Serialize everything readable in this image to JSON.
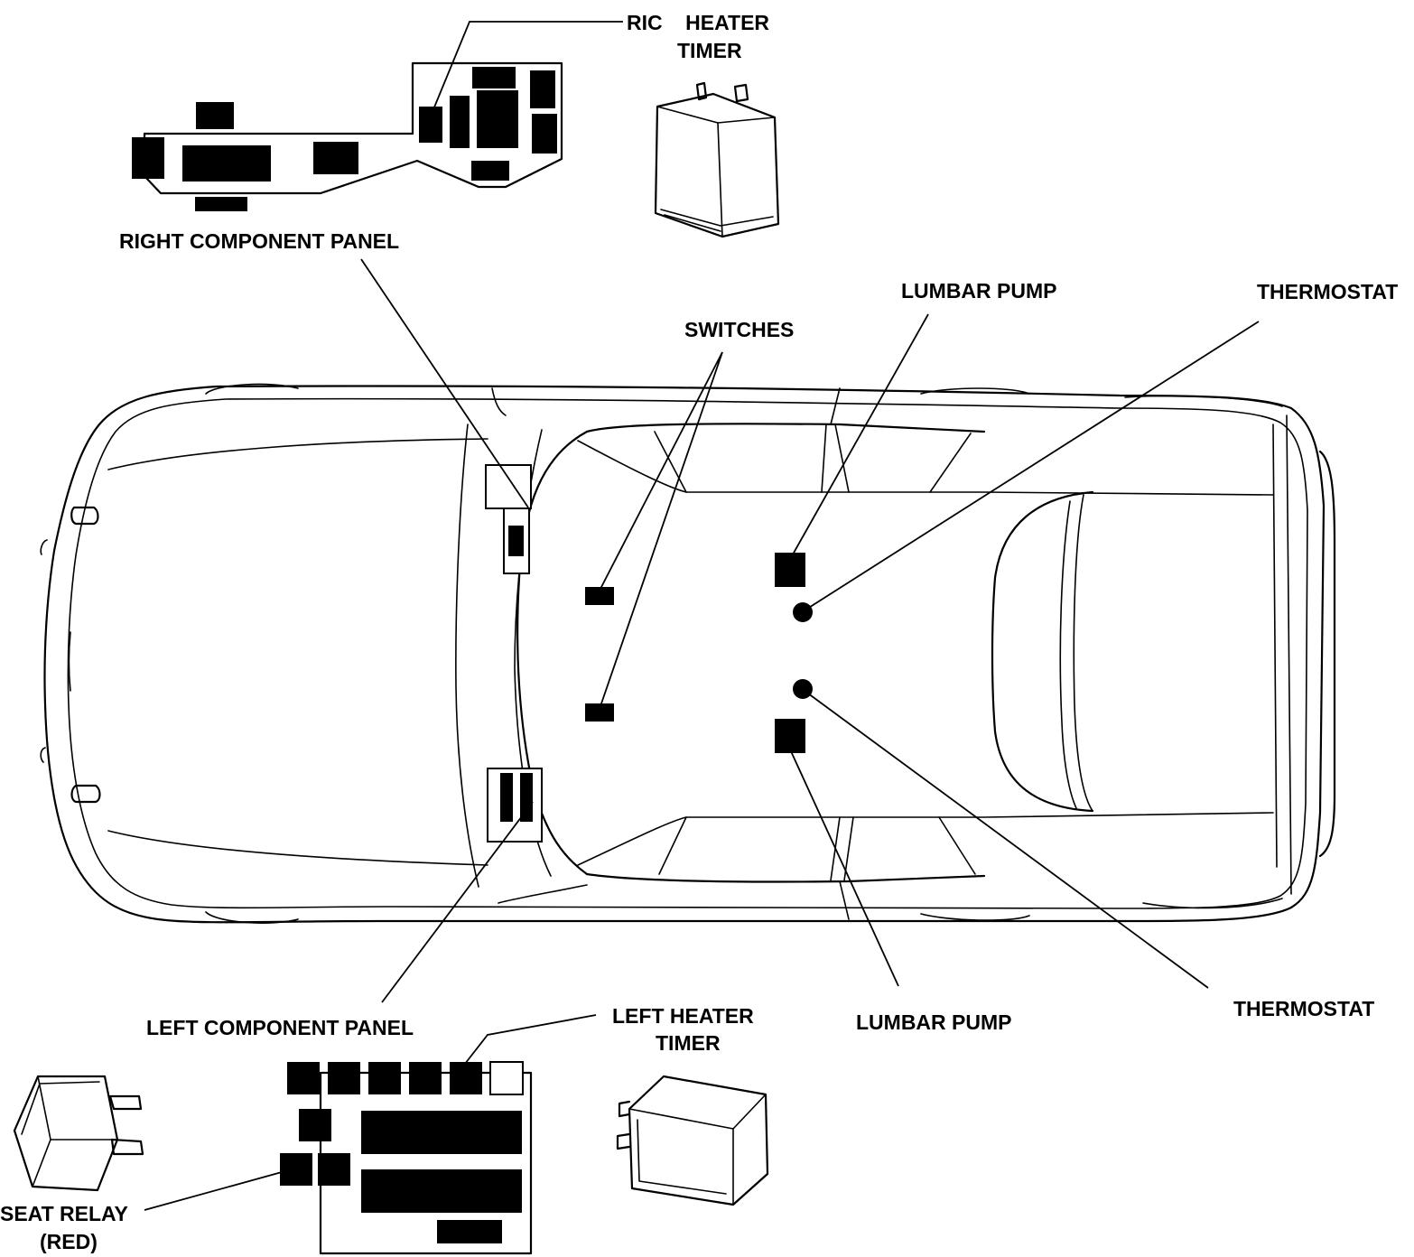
{
  "labels": {
    "right_heater_timer_line1": "RIC    HEATER",
    "right_heater_timer_line2": "TIMER",
    "right_component_panel": "RIGHT COMPONENT PANEL",
    "switches": "SWITCHES",
    "lumbar_pump_top": "LUMBAR PUMP",
    "thermostat_top": "THERMOSTAT",
    "left_component_panel": "LEFT COMPONENT PANEL",
    "left_heater_timer_line1": "LEFT HEATER",
    "left_heater_timer_line2": "TIMER",
    "lumbar_pump_bottom": "LUMBAR PUMP",
    "thermostat_bottom": "THERMOSTAT",
    "seat_relay_line1": "SEAT RELAY",
    "seat_relay_line2": "(RED)"
  }
}
